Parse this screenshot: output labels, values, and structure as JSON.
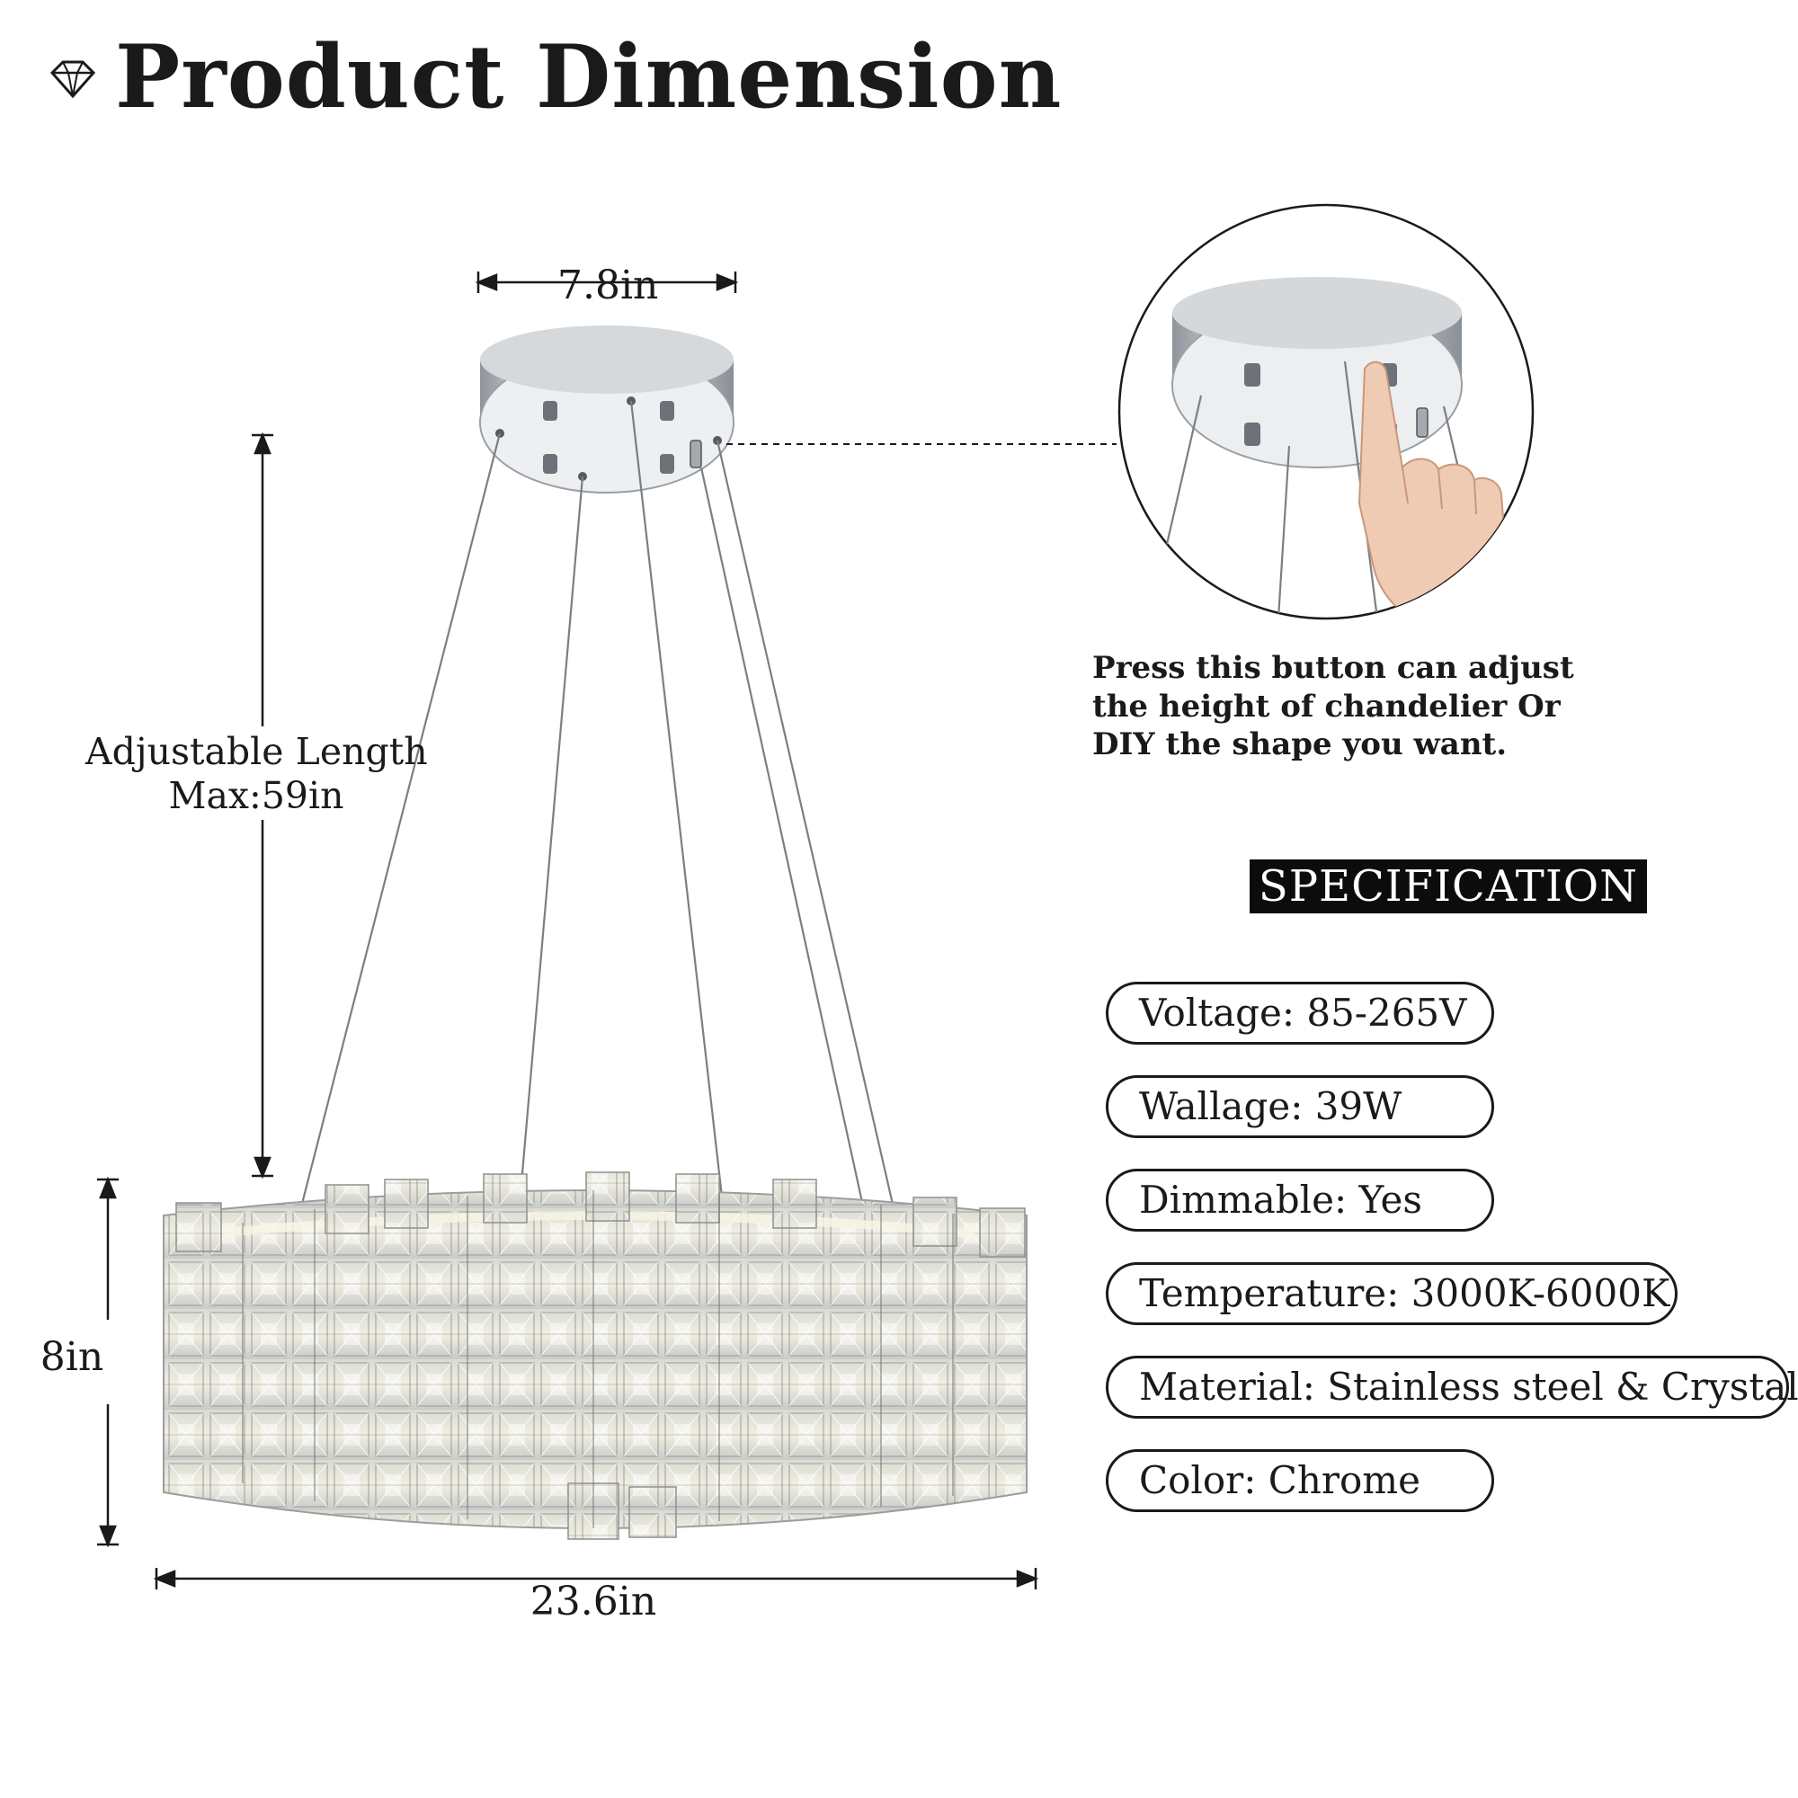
{
  "title": "Product Dimension",
  "dimensions": {
    "canopy_width": "7.8in",
    "adjustable_length_line1": "Adjustable Length",
    "adjustable_length_line2": "Max:59in",
    "height": "8in",
    "width": "23.6in"
  },
  "press_note": "Press this button can adjust the height of chandelier Or DIY the shape you want.",
  "spec": {
    "header": "SPECIFICATION",
    "items": [
      "Voltage: 85-265V",
      "Wallage: 39W",
      "Dimmable: Yes",
      "Temperature: 3000K-6000K",
      "Material: Stainless steel & Crystals",
      "Color: Chrome"
    ]
  },
  "icons": [
    "diamond-icon",
    "pointing-hand-icon",
    "height-button-icon"
  ],
  "colors": {
    "chrome": "#b8bcc2",
    "ink": "#1a1a1a",
    "header_bg": "#0c0c0c"
  }
}
